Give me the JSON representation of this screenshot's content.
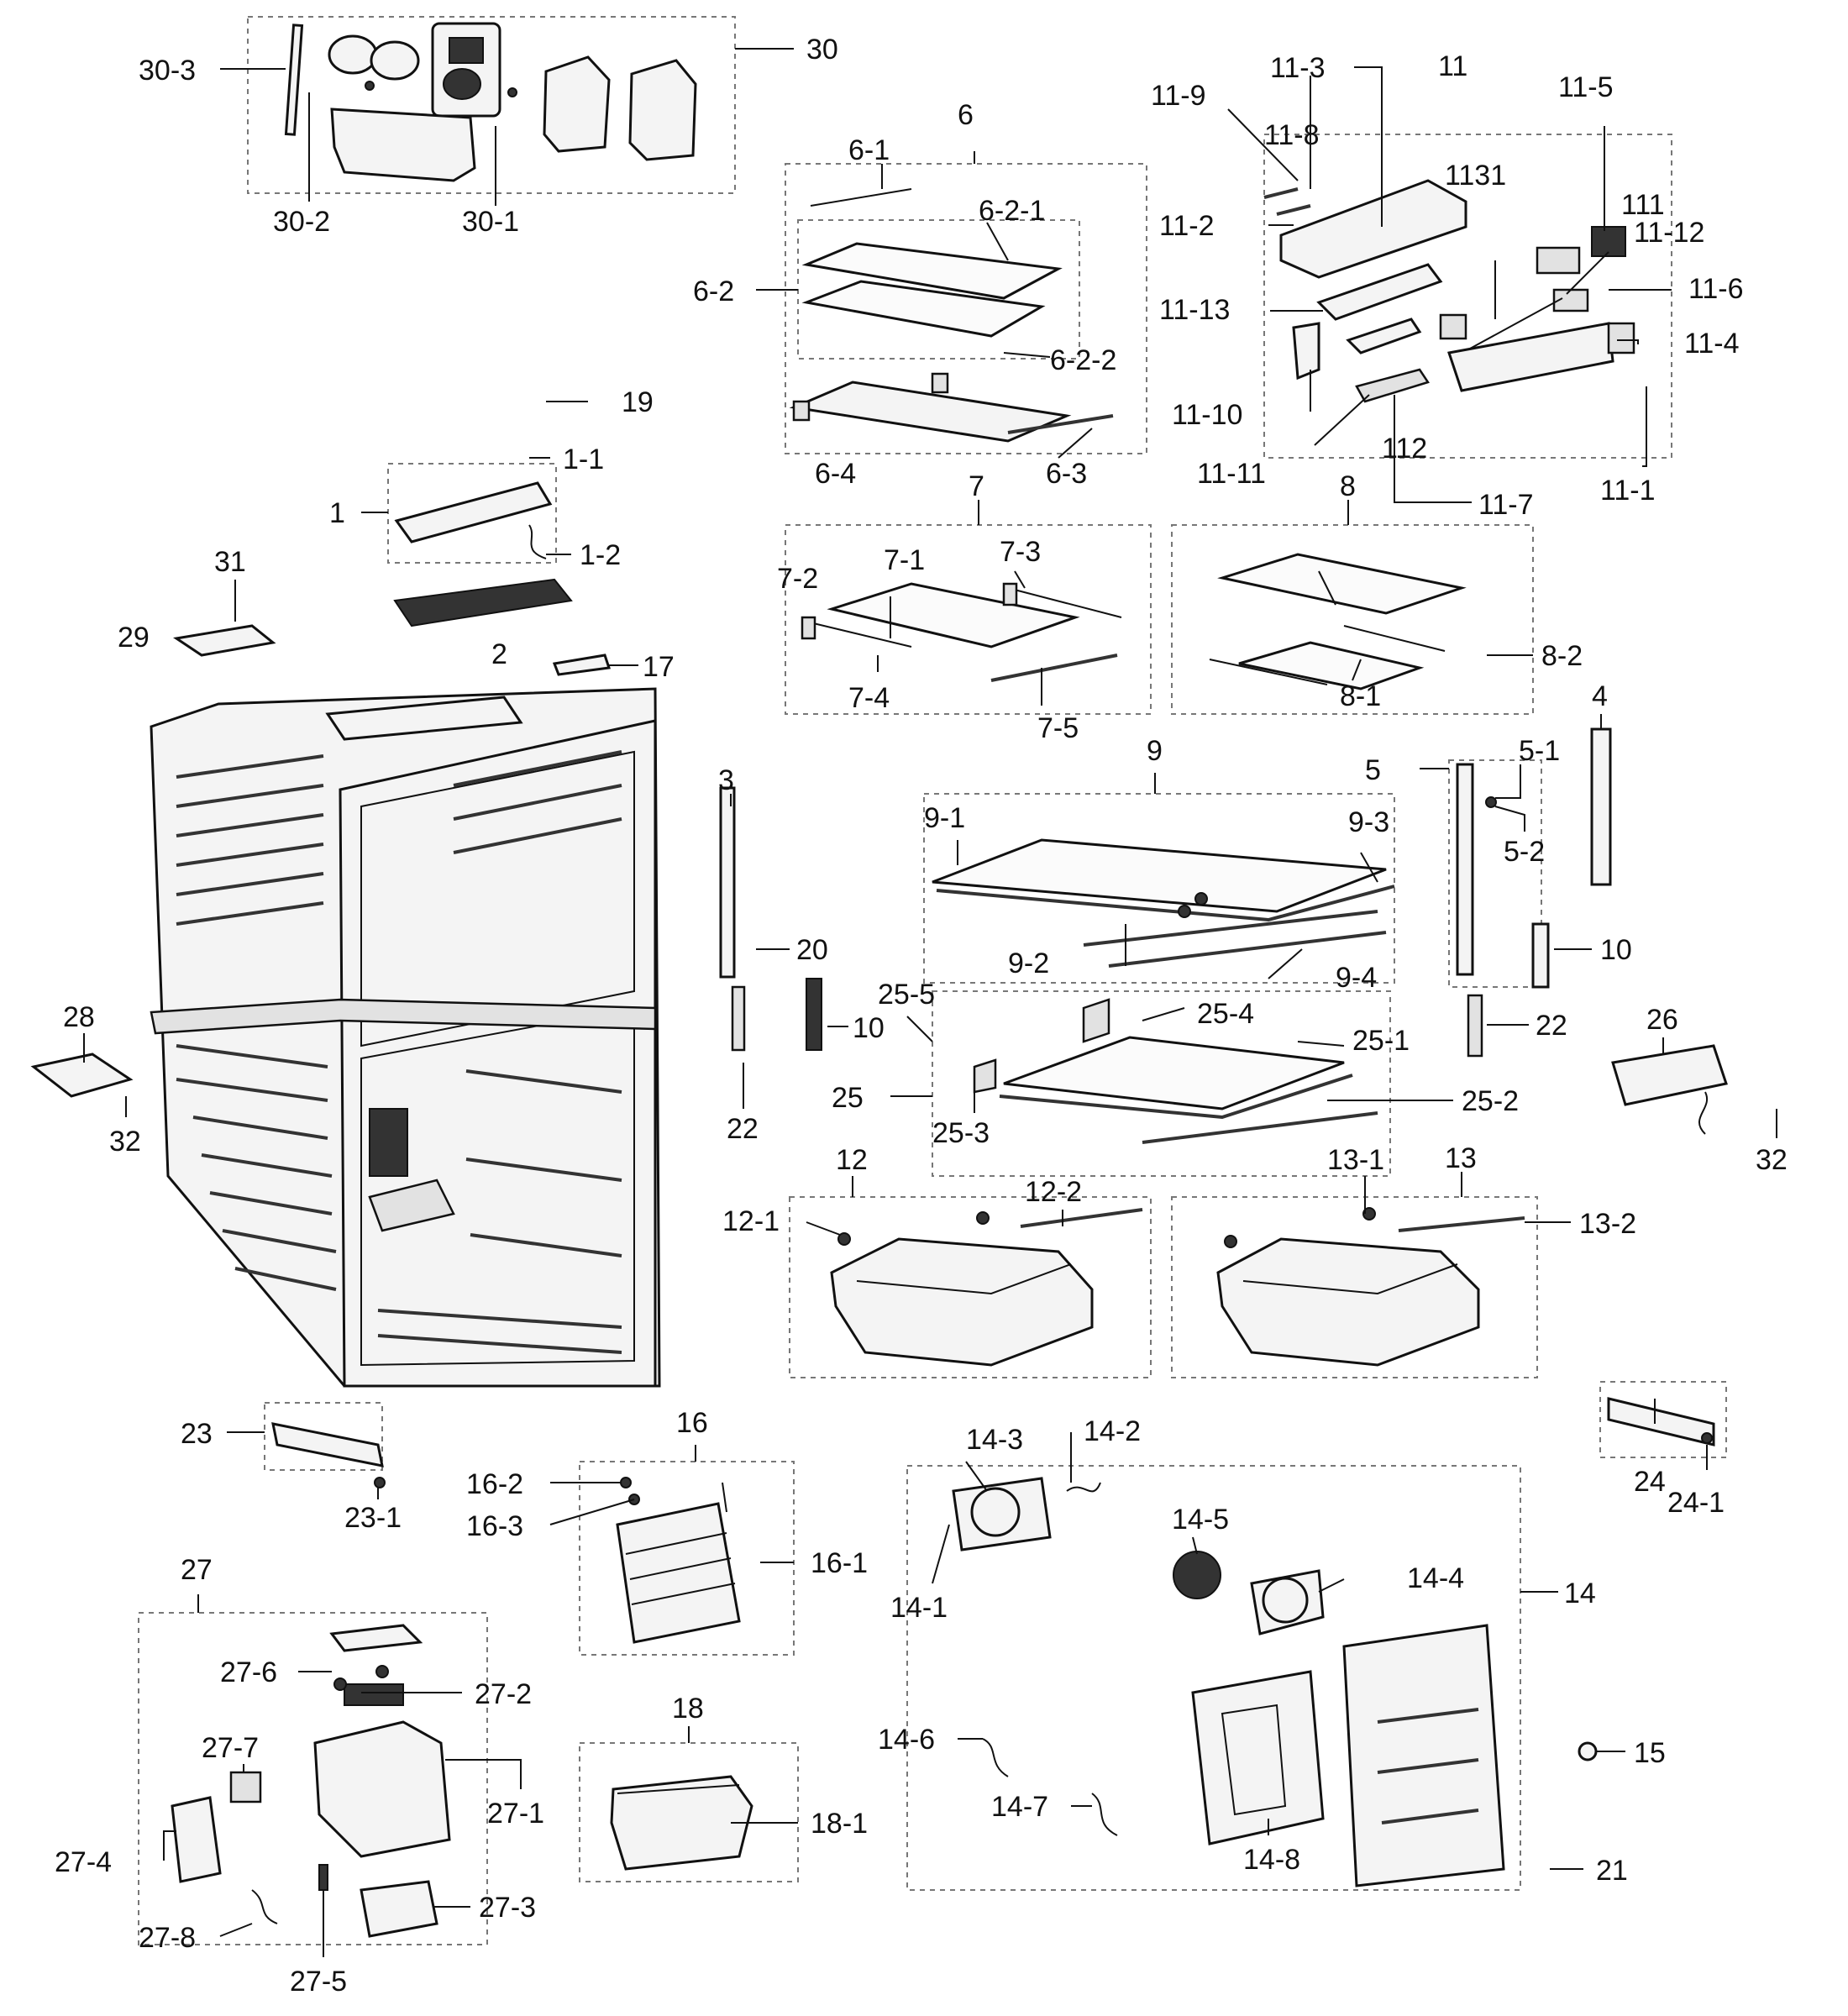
{
  "callouts": {
    "c30_3": "30-3",
    "c30": "30",
    "c30_2": "30-2",
    "c30_1": "30-1",
    "c6": "6",
    "c6_1": "6-1",
    "c6_2_1": "6-2-1",
    "c6_2": "6-2",
    "c6_2_2": "6-2-2",
    "c6_4": "6-4",
    "c6_3": "6-3",
    "c11_9": "11-9",
    "c11_3": "11-3",
    "c11": "11",
    "c11_5": "11-5",
    "c11_8": "11-8",
    "c1131": "1131",
    "c111": "111",
    "c11_2": "11-2",
    "c11_12": "11-12",
    "c11_13": "11-13",
    "c11_6": "11-6",
    "c11_4": "11-4",
    "c11_10": "11-10",
    "c112": "112",
    "c11_11": "11-11",
    "c11_7": "11-7",
    "c11_1": "11-1",
    "c19": "19",
    "c1_1": "1-1",
    "c1": "1",
    "c1_2": "1-2",
    "c31": "31",
    "c29": "29",
    "c2": "2",
    "c17": "17",
    "c7": "7",
    "c7_1": "7-1",
    "c7_2": "7-2",
    "c7_3": "7-3",
    "c7_4": "7-4",
    "c7_5": "7-5",
    "c8": "8",
    "c8_2": "8-2",
    "c8_1": "8-1",
    "c3": "3",
    "c20": "20",
    "c10a": "10",
    "c22a": "22",
    "c9": "9",
    "c9_1": "9-1",
    "c9_3": "9-3",
    "c9_2": "9-2",
    "c9_4": "9-4",
    "c5": "5",
    "c5_1": "5-1",
    "c5_2": "5-2",
    "c4": "4",
    "c10b": "10",
    "c22b": "22",
    "c25_5": "25-5",
    "c25_4": "25-4",
    "c25_1": "25-1",
    "c25": "25",
    "c25_2": "25-2",
    "c25_3": "25-3",
    "c26": "26",
    "c32a": "32",
    "c28": "28",
    "c32b": "32",
    "c12": "12",
    "c12_1": "12-1",
    "c12_2": "12-2",
    "c13_1": "13-1",
    "c13": "13",
    "c13_2": "13-2",
    "c23": "23",
    "c23_1": "23-1",
    "c16": "16",
    "c16_2": "16-2",
    "c16_3": "16-3",
    "c16_1": "16-1",
    "c14_3": "14-3",
    "c14_2": "14-2",
    "c14_5": "14-5",
    "c14_1": "14-1",
    "c14_4": "14-4",
    "c14": "14",
    "c24": "24",
    "c24_1": "24-1",
    "c27": "27",
    "c27_6": "27-6",
    "c27_2": "27-2",
    "c27_7": "27-7",
    "c27_1": "27-1",
    "c27_4": "27-4",
    "c27_3": "27-3",
    "c27_8": "27-8",
    "c27_5": "27-5",
    "c18": "18",
    "c18_1": "18-1",
    "c14_6": "14-6",
    "c14_7": "14-7",
    "c14_8": "14-8",
    "c15": "15",
    "c21": "21"
  }
}
